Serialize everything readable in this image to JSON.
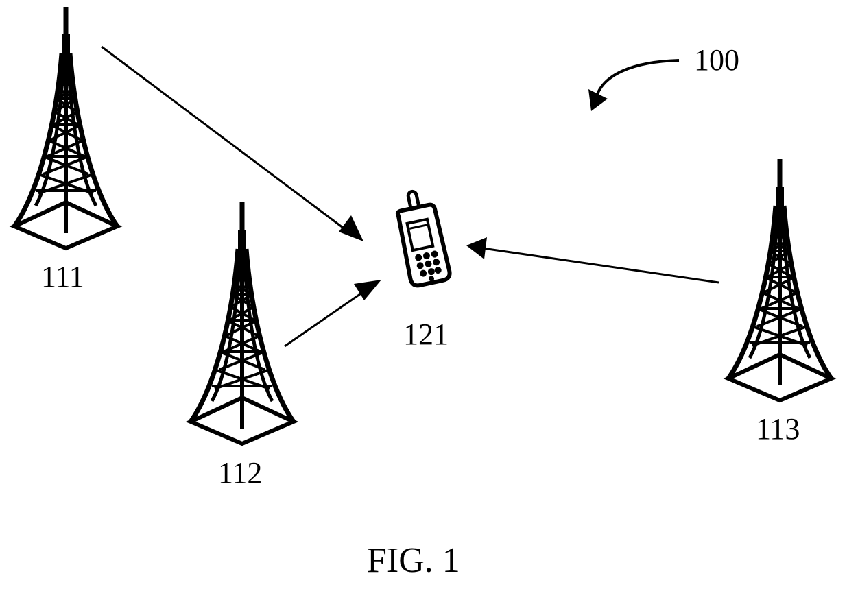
{
  "figure": {
    "reference_numeral": "100",
    "caption": "FIG. 1"
  },
  "towers": [
    {
      "label": "111",
      "icon": "cell-tower-icon"
    },
    {
      "label": "112",
      "icon": "cell-tower-icon"
    },
    {
      "label": "113",
      "icon": "cell-tower-icon"
    }
  ],
  "device": {
    "label": "121",
    "icon": "mobile-phone-icon"
  },
  "colors": {
    "ink": "#000000",
    "background": "#ffffff"
  }
}
